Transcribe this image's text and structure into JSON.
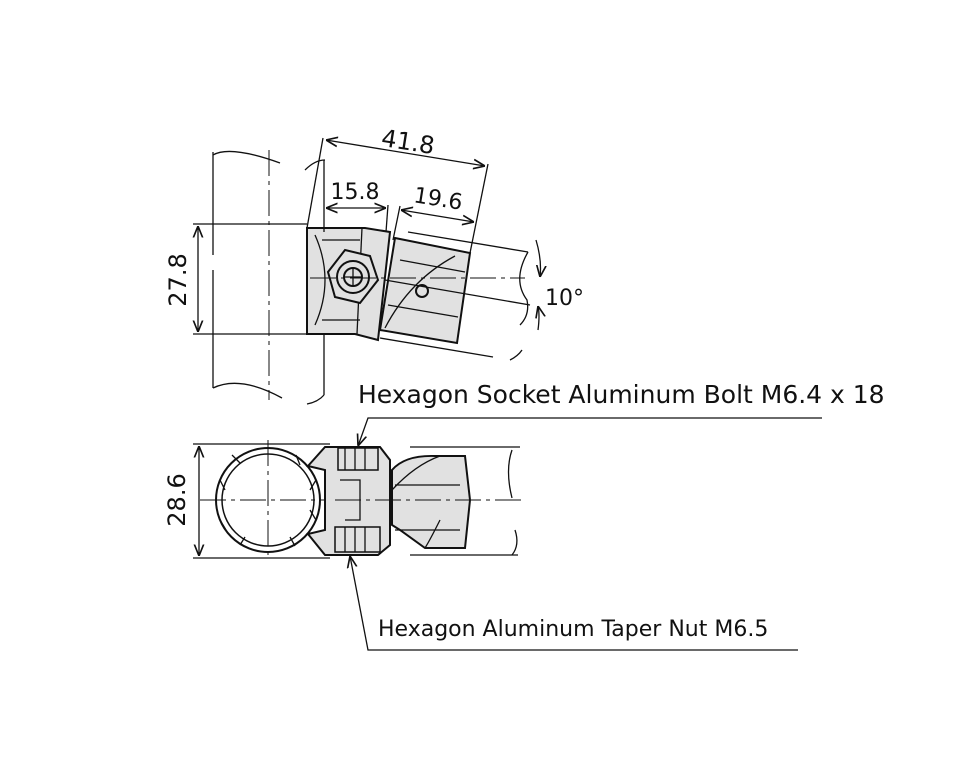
{
  "dimensions": {
    "overall_length": "41.8",
    "left_length": "15.8",
    "right_length": "19.6",
    "top_view_height": "27.8",
    "angle": "10°",
    "bottom_view_diameter": "28.6"
  },
  "callouts": {
    "bolt": "Hexagon Socket Aluminum Bolt M6.4 x 18",
    "nut": "Hexagon Aluminum Taper Nut M6.5"
  },
  "colors": {
    "line": "#111111",
    "part_fill": "#e1e1e1",
    "background": "#ffffff"
  }
}
